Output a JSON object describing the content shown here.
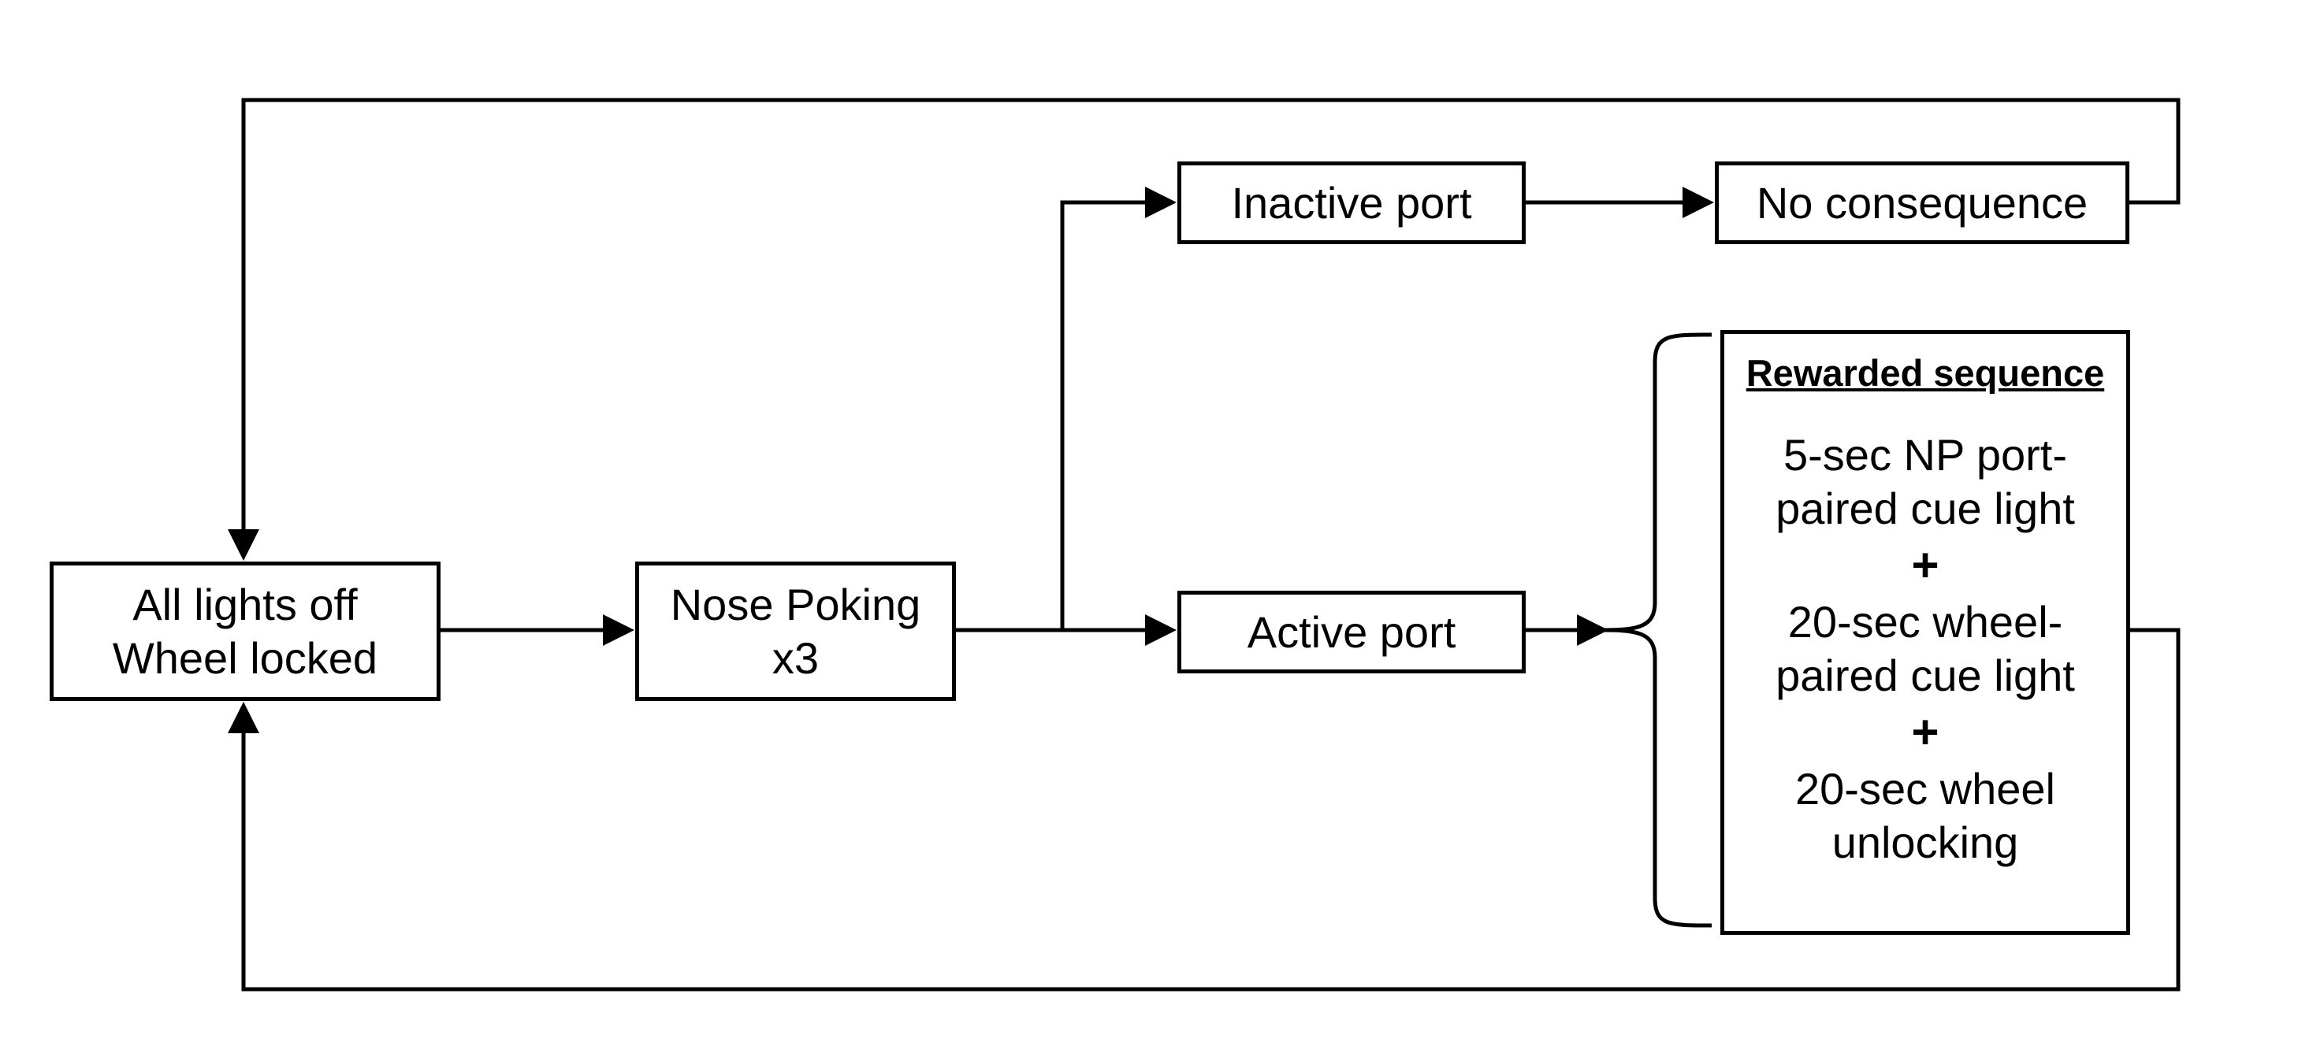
{
  "diagram": {
    "nodes": {
      "start": {
        "line1": "All lights off",
        "line2": "Wheel locked"
      },
      "nose_poke": {
        "line1": "Nose Poking",
        "line2": "x3"
      },
      "inactive_port": {
        "label": "Inactive port"
      },
      "no_consequence": {
        "label": "No consequence"
      },
      "active_port": {
        "label": "Active port"
      },
      "rewarded_sequence": {
        "title": "Rewarded sequence",
        "step1_line1": "5-sec NP port-",
        "step1_line2": "paired cue light",
        "plus": "+",
        "step2_line1": "20-sec wheel-",
        "step2_line2": "paired cue light",
        "step3_line1": "20-sec wheel",
        "step3_line2": "unlocking"
      }
    },
    "edges": [
      {
        "from": "start",
        "to": "nose_poke"
      },
      {
        "from": "nose_poke",
        "to": "inactive_port"
      },
      {
        "from": "nose_poke",
        "to": "active_port"
      },
      {
        "from": "inactive_port",
        "to": "no_consequence"
      },
      {
        "from": "active_port",
        "to": "rewarded_sequence"
      },
      {
        "from": "no_consequence",
        "to": "start"
      },
      {
        "from": "rewarded_sequence",
        "to": "start"
      }
    ]
  }
}
